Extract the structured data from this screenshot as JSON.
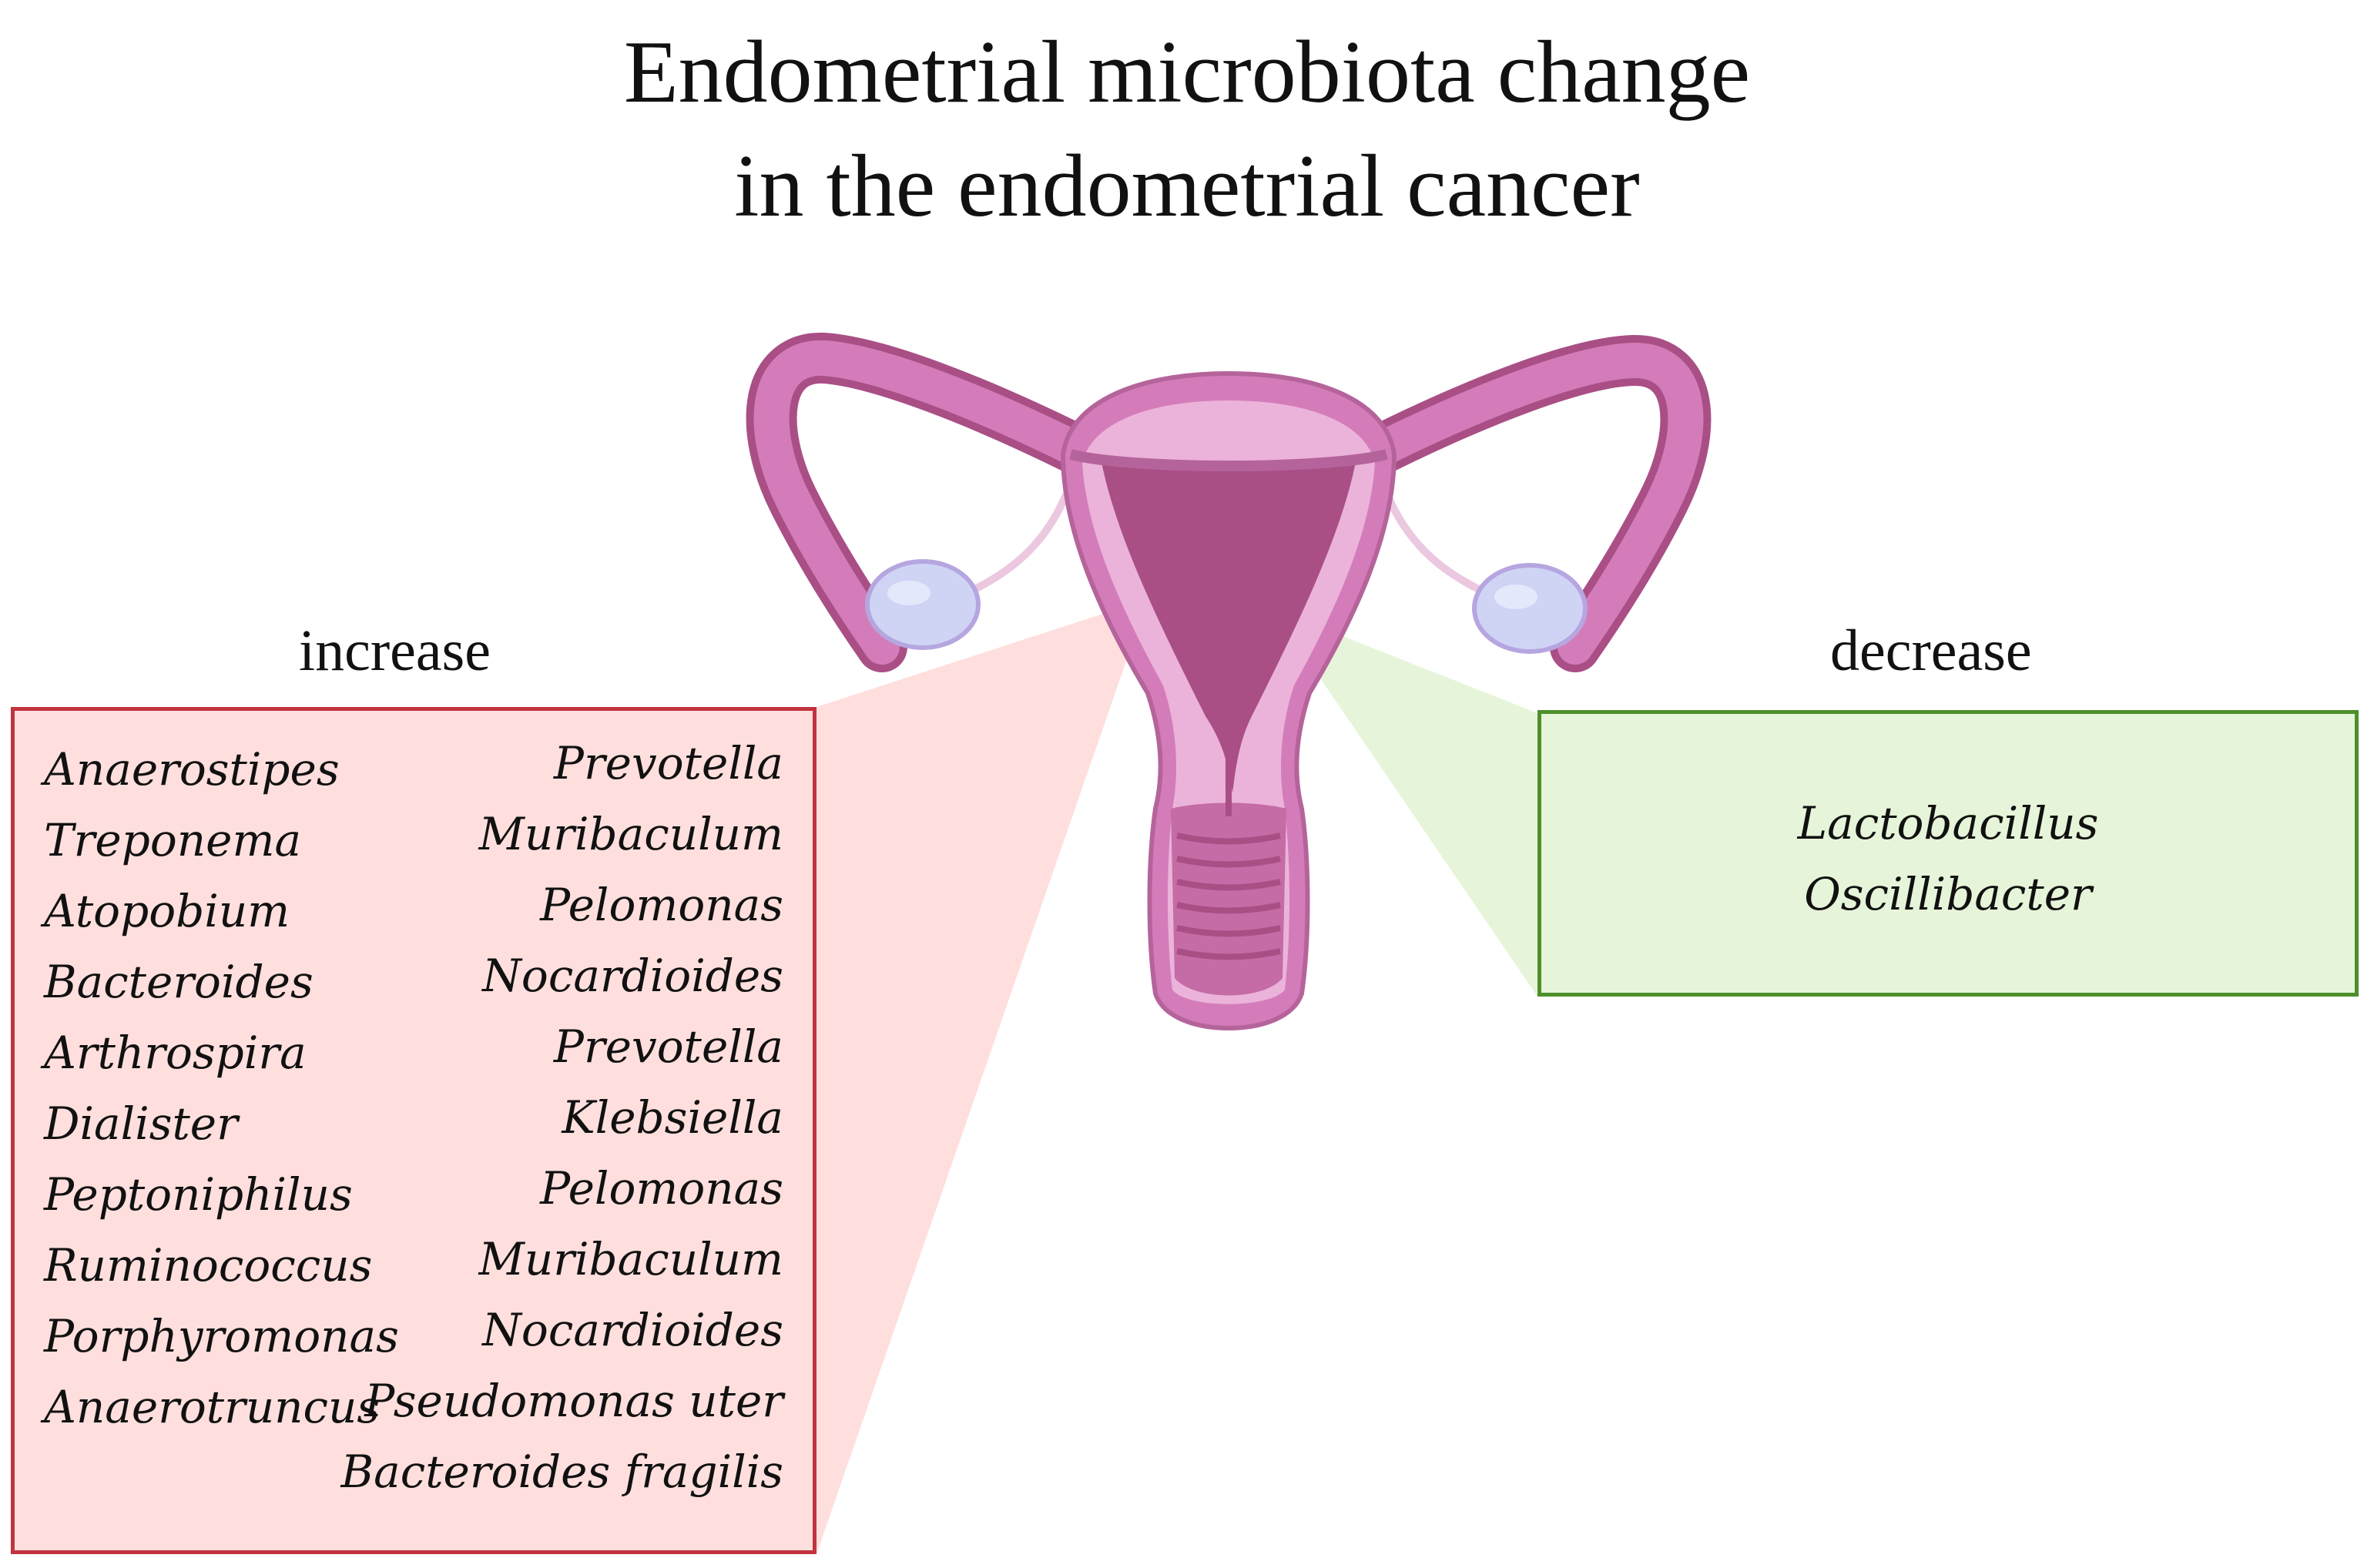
{
  "title": {
    "line1": "Endometrial microbiota change",
    "line2": "in the endometrial cancer"
  },
  "increase": {
    "label": "increase",
    "left_column": [
      "Anaerostipes",
      "Treponema",
      "Atopobium",
      "Bacteroides",
      "Arthrospira",
      "Dialister",
      "Peptoniphilus",
      "Ruminococcus",
      "Porphyromonas",
      "Anaerotruncus"
    ],
    "right_column": [
      "Prevotella",
      "Muribaculum",
      "Pelomonas",
      "Nocardioides",
      "Prevotella",
      "Klebsiella",
      "Pelomonas",
      "Muribaculum",
      "Nocardioides",
      "Pseudomonas uter",
      "Bacteroides fragilis"
    ]
  },
  "decrease": {
    "label": "decrease",
    "items": [
      "Lactobacillus",
      "Oscillibacter"
    ]
  },
  "colors": {
    "increase_fill": "#fedfdd",
    "increase_border": "#c0343f",
    "decrease_fill": "#e6f5d9",
    "decrease_border": "#4e8f2c",
    "uterus_outer": "#d47cb9",
    "uterus_wall": "#ebb3da",
    "uterus_dark": "#a94f86",
    "ovary": "#cfd4f5"
  },
  "icons": {
    "organ": "uterus-illustration"
  }
}
